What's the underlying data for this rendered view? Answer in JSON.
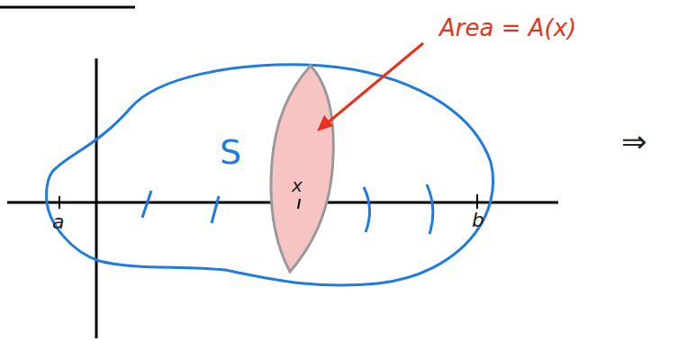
{
  "diagram": {
    "labels": [
      "Area = A(x)",
      "S",
      "x",
      "a",
      "b",
      "⇒"
    ]
  }
}
